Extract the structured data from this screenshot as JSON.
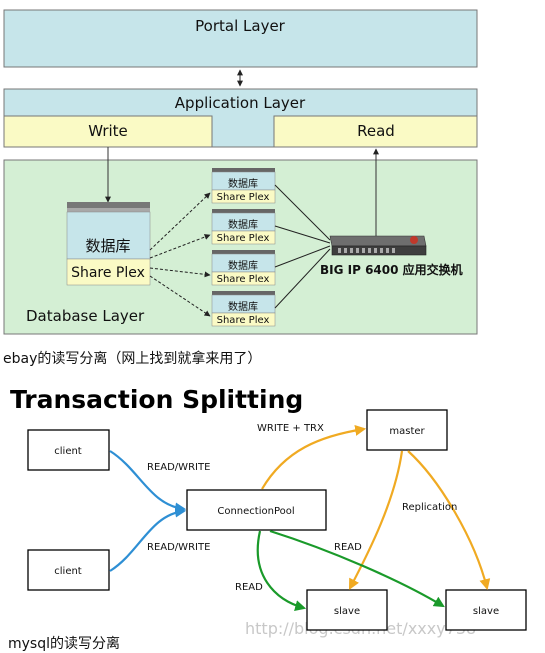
{
  "ebay": {
    "portal_layer": "Portal Layer",
    "application_layer": "Application Layer",
    "write_label": "Write",
    "read_label": "Read",
    "database_layer": "Database Layer",
    "main_db_label": "数据库",
    "main_share_plex": "Share Plex",
    "small_dbs": [
      {
        "db": "数据库",
        "share": "Share Plex"
      },
      {
        "db": "数据库",
        "share": "Share Plex"
      },
      {
        "db": "数据库",
        "share": "Share Plex"
      },
      {
        "db": "数据库",
        "share": "Share Plex"
      }
    ],
    "switch_label": "BIG IP 6400 应用交换机",
    "caption": "ebay的读写分离（网上找到就拿来用了）"
  },
  "mysql": {
    "title": "Transaction Splitting",
    "client1": "client",
    "client2": "client",
    "pool": "ConnectionPool",
    "master": "master",
    "slave1": "slave",
    "slave2": "slave",
    "read_write_1": "READ/WRITE",
    "read_write_2": "READ/WRITE",
    "write_trx": "WRITE + TRX",
    "replication": "Replication",
    "read_1": "READ",
    "read_2": "READ",
    "watermark": "http://blog.csdn.net/xxxy738",
    "caption": "mysql的读写分离"
  },
  "colors": {
    "layer_fill": "#c6e5ea",
    "write_read_fill": "#fafac5",
    "db_layer_fill": "#d4efd4",
    "blue_arrow": "#2e8fd4",
    "orange_arrow": "#f0aa22",
    "green_arrow": "#1a9a2a"
  }
}
